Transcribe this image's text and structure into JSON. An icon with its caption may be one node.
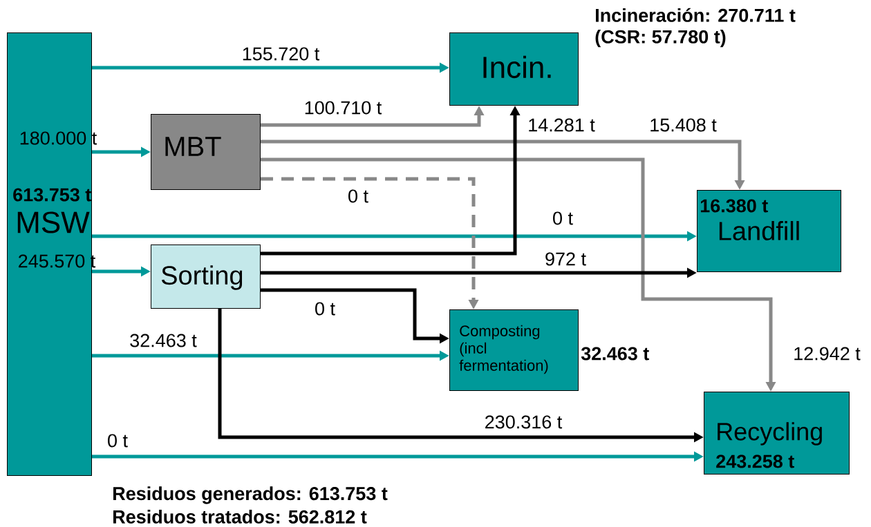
{
  "diagram": {
    "nodes": [
      {
        "text": [
          "613.753 t",
          "MSW"
        ]
      },
      {
        "text": [
          "Incin."
        ],
        "beside": [
          "Incineración: 270.711 t (CSR: 57.780 t)"
        ]
      },
      {
        "text": [
          "MBT"
        ]
      },
      {
        "text": [
          "16.380 t",
          "Landfill"
        ]
      },
      {
        "text": [
          "Sorting"
        ]
      },
      {
        "text": [
          "Composting (incl fermentation)"
        ],
        "beside": [
          "32.463 t"
        ]
      },
      {
        "text": [
          "Recycling",
          "243.258 t"
        ]
      }
    ],
    "edges": [
      {
        "from": 0,
        "to": 1,
        "arrow": "to",
        "label": "155.720 t"
      },
      {
        "from": 0,
        "to": 2,
        "arrow": "to",
        "label": "180.000 t"
      },
      {
        "from": 0,
        "to": 3,
        "arrow": "to",
        "label": "0 t"
      },
      {
        "from": 0,
        "to": 4,
        "arrow": "to",
        "label": "245.570 t"
      },
      {
        "from": 0,
        "to": 5,
        "arrow": "to",
        "label": "32.463 t"
      },
      {
        "from": 0,
        "to": 6,
        "arrow": "to",
        "label": "0 t"
      },
      {
        "from": 2,
        "to": 1,
        "arrow": "to",
        "label": "100.710 t",
        "color": "#888888"
      },
      {
        "from": 2,
        "to": 3,
        "arrow": "to",
        "label": "15.408 t",
        "color": "#888888"
      },
      {
        "from": 2,
        "to": 6,
        "arrow": "to",
        "label": "12.942 t",
        "color": "#888888"
      },
      {
        "from": 2,
        "to": 5,
        "arrow": "to",
        "label": "0 t",
        "color": "#888888",
        "style": "dashed"
      },
      {
        "from": 4,
        "to": 1,
        "arrow": "to",
        "label": "14.281 t",
        "color": "#000000"
      },
      {
        "from": 4,
        "to": 3,
        "arrow": "to",
        "label": "972 t",
        "color": "#000000"
      },
      {
        "from": 4,
        "to": 5,
        "arrow": "to",
        "label": "0 t",
        "color": "#000000"
      },
      {
        "from": 4,
        "to": 6,
        "arrow": "to",
        "label": "230.316 t",
        "color": "#000000"
      }
    ],
    "labels": [
      "Residuos generados: 613.753 t",
      "Residuos tratados: 562.812 t"
    ]
  }
}
